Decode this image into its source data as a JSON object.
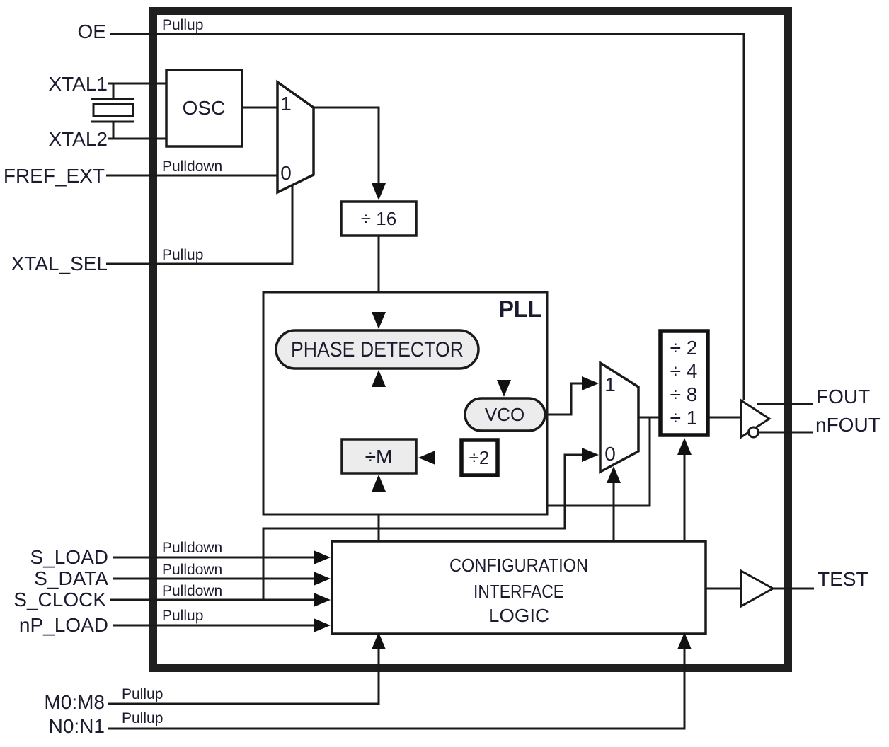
{
  "pins": {
    "oe": {
      "label": "OE",
      "pull": "Pullup"
    },
    "xtal1": {
      "label": "XTAL1"
    },
    "xtal2": {
      "label": "XTAL2"
    },
    "fref_ext": {
      "label": "FREF_EXT",
      "pull": "Pulldown"
    },
    "xtal_sel": {
      "label": "XTAL_SEL",
      "pull": "Pullup"
    },
    "s_load": {
      "label": "S_LOAD",
      "pull": "Pulldown"
    },
    "s_data": {
      "label": "S_DATA",
      "pull": "Pulldown"
    },
    "s_clock": {
      "label": "S_CLOCK",
      "pull": "Pulldown"
    },
    "np_load": {
      "label": "nP_LOAD",
      "pull": "Pullup"
    },
    "m0_m8": {
      "label": "M0:M8",
      "pull": "Pullup"
    },
    "n0_n1": {
      "label": "N0:N1",
      "pull": "Pullup"
    },
    "fout": {
      "label": "FOUT"
    },
    "nfout": {
      "label": "nFOUT"
    },
    "test": {
      "label": "TEST"
    }
  },
  "blocks": {
    "osc": "OSC",
    "div16": "÷ 16",
    "pll": "PLL",
    "phase_detector": "PHASE DETECTOR",
    "vco": "VCO",
    "div_m": "÷M",
    "div2": "÷2",
    "output_divider": [
      "÷ 2",
      "÷ 4",
      "÷ 8",
      "÷ 1"
    ],
    "config_line1": "CONFIGURATION",
    "config_line2": "INTERFACE",
    "config_line3": "LOGIC"
  },
  "mux": {
    "one": "1",
    "zero": "0"
  },
  "colors": {
    "line": "#1a1a1a",
    "block_fill": "#ececec",
    "text": "#1b1b2f"
  }
}
